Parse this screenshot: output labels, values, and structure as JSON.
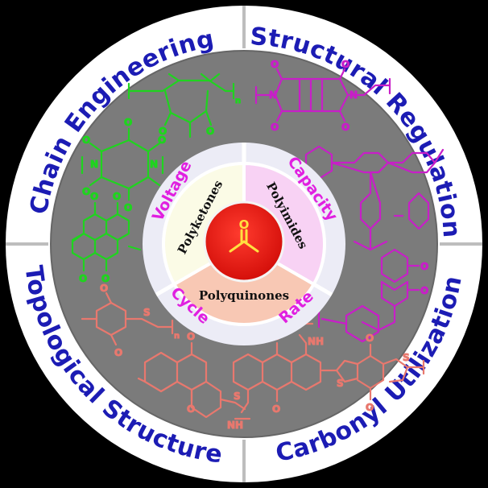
{
  "outer_ring": {
    "top_left": "Chain Engineering",
    "top_right": "Structural Regulation",
    "bottom_left": "Topological Structure",
    "bottom_right": "Carbonyl Utilization"
  },
  "center": {
    "segments": {
      "left": "Polyketones",
      "right": "Polyimides",
      "bottom": "Polyquinones"
    },
    "properties": {
      "voltage": "Voltage",
      "capacity": "Capacity",
      "cycle": "Cycle",
      "rate": "Rate"
    }
  },
  "molecule_labels": {
    "O": "O",
    "N": "N",
    "S": "S",
    "NH": "NH",
    "n": "n"
  },
  "colors": {
    "ring_fill": "#ffffff",
    "ring_text": "#1c1cb4",
    "divider": "#bdbdbd",
    "inner_grey": "#7b7b7b",
    "pale_ring": "#ececf6",
    "ketone_seg": "#fbfbe6",
    "imide_seg": "#f8d2f4",
    "quinone_seg": "#f8c8b4",
    "core_red": "#ea1a14",
    "property_text": "#e020e0",
    "green_molecule": "#1fd41f",
    "magenta_molecule": "#c81ec8",
    "salmon_molecule": "#e8786e"
  }
}
